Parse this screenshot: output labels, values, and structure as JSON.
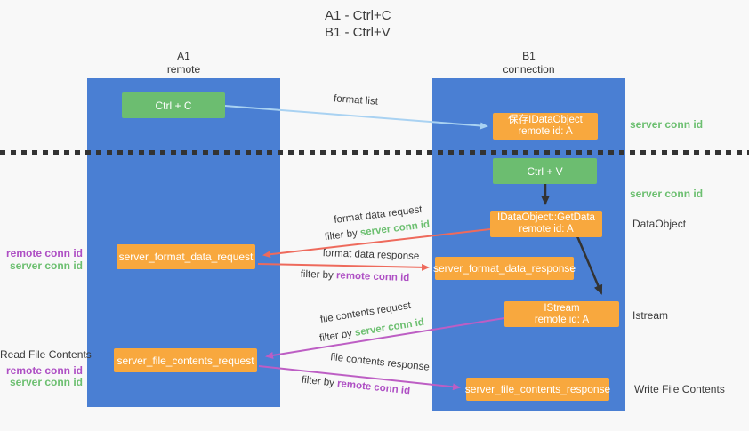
{
  "title": {
    "line1": "A1 - Ctrl+C",
    "line2": "B1 - Ctrl+V"
  },
  "lanes": {
    "left": {
      "title": "A1",
      "subtitle": "remote"
    },
    "right": {
      "title": "B1",
      "subtitle": "connection"
    }
  },
  "boxes": {
    "ctrl_c": {
      "label": "Ctrl + C"
    },
    "ctrl_v": {
      "label": "Ctrl + V"
    },
    "save_dataobject": {
      "line1": "保存IDataObject",
      "line2": "remote id: A"
    },
    "getdata": {
      "line1": "IDataObject::GetData",
      "line2": "remote id: A"
    },
    "istream": {
      "line1": "IStream",
      "line2": "remote id: A"
    },
    "format_data_request": {
      "label": "server_format_data_request"
    },
    "format_data_response": {
      "label": "server_format_data_response"
    },
    "file_contents_request": {
      "label": "server_file_contents_request"
    },
    "file_contents_response": {
      "label": "server_file_contents_response"
    }
  },
  "arrow_labels": {
    "format_list": "format list",
    "format_data_request": "format data request",
    "format_data_response": "format data response",
    "file_contents_request": "file contents request",
    "file_contents_response": "file contents response",
    "filter_by": "filter by",
    "server_conn_id": "server conn id",
    "remote_conn_id": "remote conn id"
  },
  "side_labels": {
    "server_conn_id": "server conn id",
    "remote_conn_id": "remote conn id",
    "dataobject": "DataObject",
    "istream": "Istream",
    "read_file_contents": "Read File Contents",
    "write_file_contents": "Write File Contents"
  },
  "colors": {
    "lane_blue": "#4a7fd3",
    "box_green": "#6cbd70",
    "box_orange": "#f8a83e",
    "text_green": "#6cbf70",
    "text_magenta": "#ae4fc4",
    "arrow_red": "#ee6a5c",
    "arrow_magenta": "#bd5ec4",
    "arrow_light_blue": "#a9d2f2",
    "arrow_black": "#333333"
  }
}
